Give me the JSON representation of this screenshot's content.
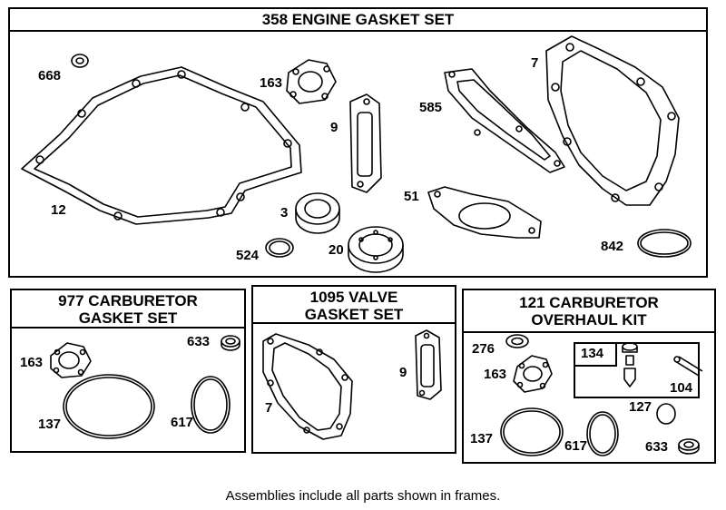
{
  "frames": {
    "engine": {
      "title": "358 ENGINE GASKET SET"
    },
    "carb_gasket": {
      "title_line1": "977 CARBURETOR",
      "title_line2": "GASKET SET"
    },
    "valve": {
      "title_line1": "1095 VALVE",
      "title_line2": "GASKET SET"
    },
    "overhaul": {
      "title_line1": "121 CARBURETOR",
      "title_line2": "OVERHAUL KIT",
      "subkit": "134"
    }
  },
  "parts": {
    "engine": [
      "668",
      "163",
      "9",
      "585",
      "7",
      "12",
      "3",
      "51",
      "524",
      "20",
      "842"
    ],
    "carb_gasket": [
      "633",
      "163",
      "137",
      "617"
    ],
    "valve": [
      "7",
      "9"
    ],
    "overhaul": [
      "276",
      "163",
      "127",
      "104",
      "137",
      "617",
      "633"
    ]
  },
  "caption": "Assemblies include all parts shown in frames."
}
